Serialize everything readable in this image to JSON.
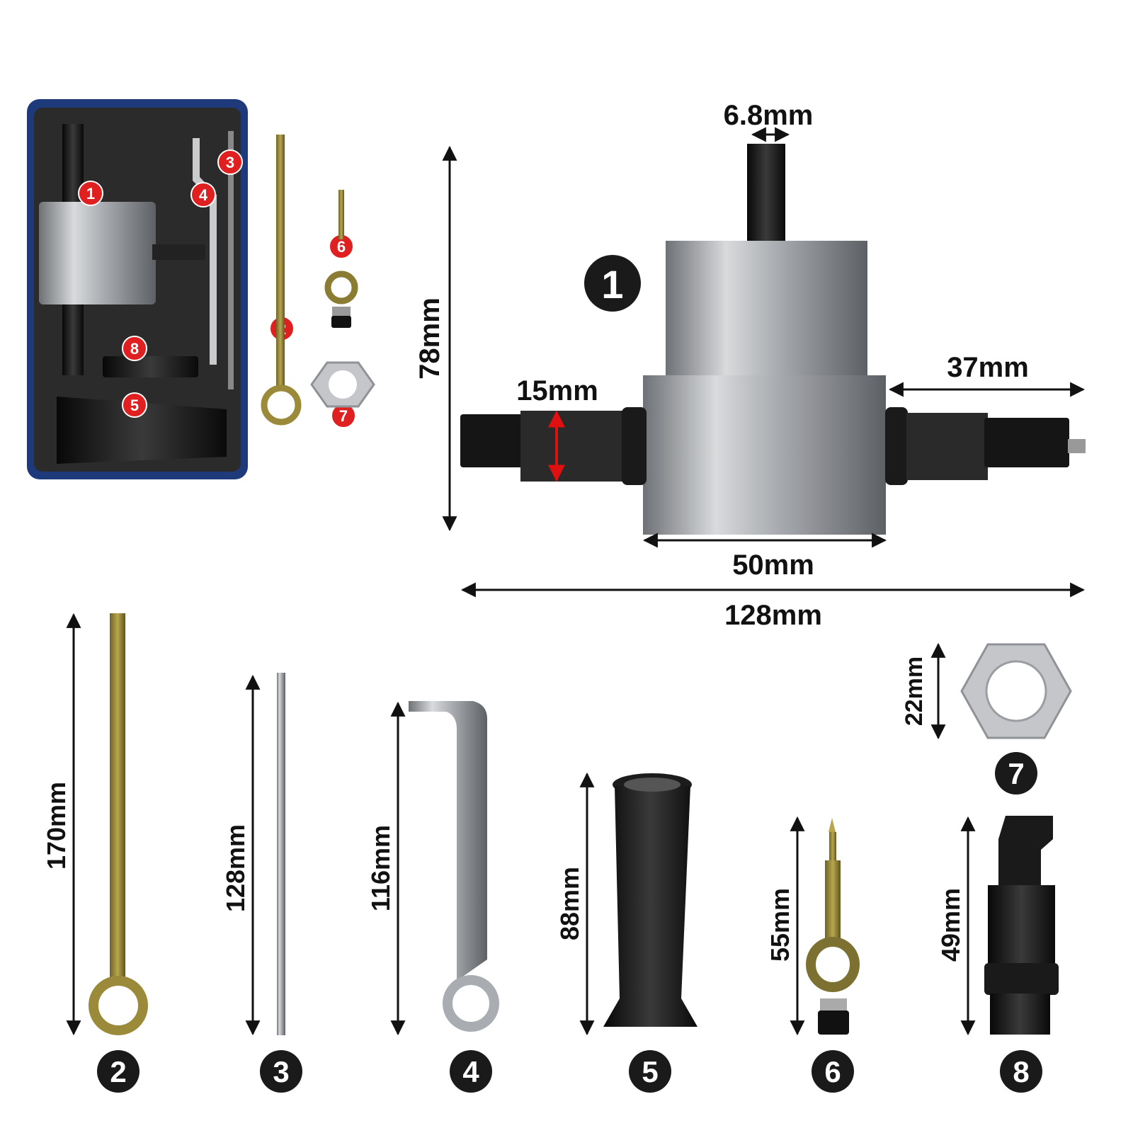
{
  "tray_badges": [
    "1",
    "2",
    "3",
    "4",
    "5",
    "6",
    "7",
    "8"
  ],
  "main_cutter": {
    "badge": "1",
    "shank": "6.8mm",
    "height": "78mm",
    "blade_diameter": "15mm",
    "side_length": "37mm",
    "body_diameter": "50mm",
    "total_width": "128mm"
  },
  "parts": [
    {
      "badge": "2",
      "dimension": "170mm"
    },
    {
      "badge": "3",
      "dimension": "128mm"
    },
    {
      "badge": "4",
      "dimension": "116mm"
    },
    {
      "badge": "5",
      "dimension": "88mm"
    },
    {
      "badge": "6",
      "dimension": "55mm"
    },
    {
      "badge": "7",
      "dimension": "22mm"
    },
    {
      "badge": "8",
      "dimension": "49mm"
    }
  ],
  "colors": {
    "tray_border": "#1f3a7a",
    "tray_foam": "#2b2b2b",
    "steel": "#b9bcc0",
    "brass": "#9a8a3a",
    "black_part": "#1c1c1c",
    "tray_badge": "#e02020",
    "badge": "#1a1a1a",
    "arrow": "#111111",
    "red_arrow": "#e01010"
  }
}
